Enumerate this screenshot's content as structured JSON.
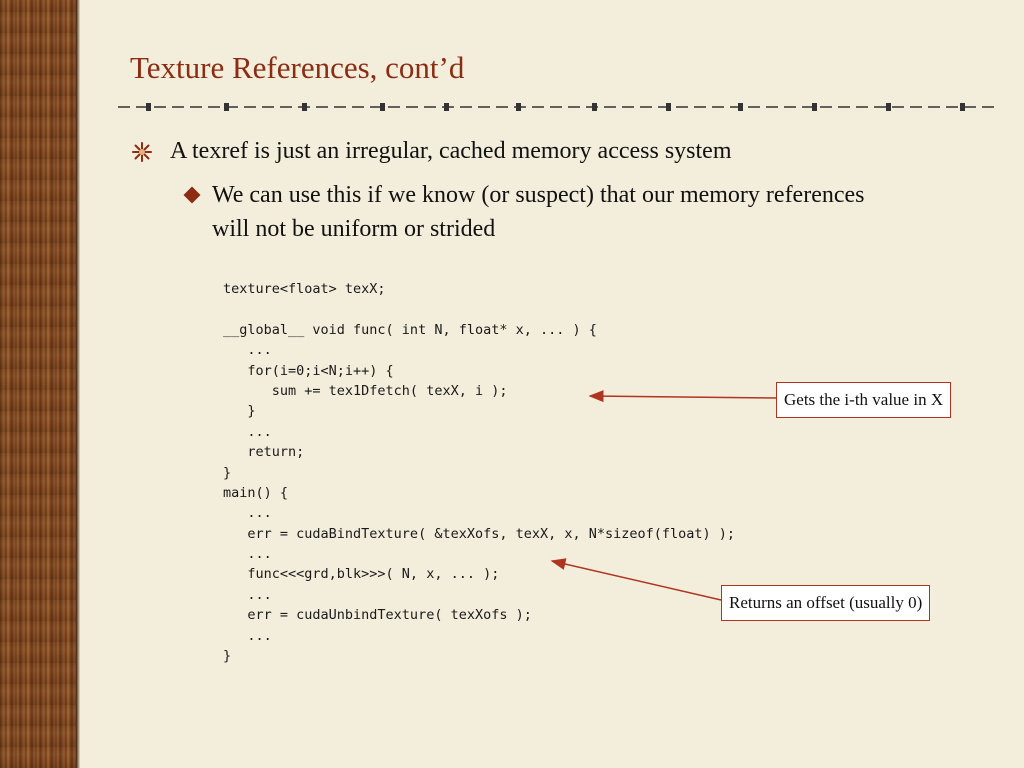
{
  "slide": {
    "title": "Texture References, cont’d",
    "bullet_level1": "A texref is just an irregular, cached memory access system",
    "bullet_level2": "We can use this if we know (or suspect) that our memory references will not be uniform or strided",
    "code_lines": [
      "texture<float> texX;",
      "",
      "__global__ void func( int N, float* x, ... ) {",
      "   ...",
      "   for(i=0;i<N;i++) {",
      "      sum += tex1Dfetch( texX, i );",
      "   }",
      "   ...",
      "   return;",
      "}",
      "main() {",
      "   ...",
      "   err = cudaBindTexture( &texXofs, texX, x, N*sizeof(float) );",
      "   ...",
      "   func<<<grd,blk>>>( N, x, ... );",
      "   ...",
      "   err = cudaUnbindTexture( texXofs );",
      "   ...",
      "}"
    ],
    "callouts": {
      "fetch_note": "Gets the i-th value in X",
      "offset_note": "Returns an offset (usually 0)"
    }
  },
  "theme": {
    "title_color": "#8b2c13",
    "accent_color": "#b03520",
    "background": "#f3eddb"
  },
  "icons": {
    "bullet1": "asterisk-star-icon",
    "bullet2": "diamond-icon"
  }
}
